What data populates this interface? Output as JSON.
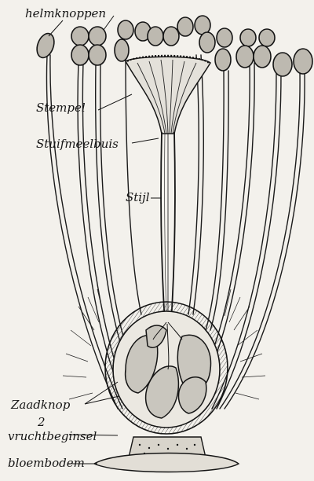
{
  "diagram": {
    "labels": {
      "helmknoppen": "helmknoppen",
      "stempel": "Stempel",
      "stuifmeelbuis": "Stuifmeelbuis",
      "stijl": "Stijl",
      "zaadknop": "Zaadknop",
      "zaadknop_number": "2",
      "vruchtbeginsel": "vruchtbeginsel",
      "bloembodem": "bloembodem"
    },
    "colors": {
      "paper": "#f3f1ec",
      "ink": "#151515",
      "ovule_fill": "#c9c6be",
      "anther_fill": "#bdb9b0"
    }
  }
}
